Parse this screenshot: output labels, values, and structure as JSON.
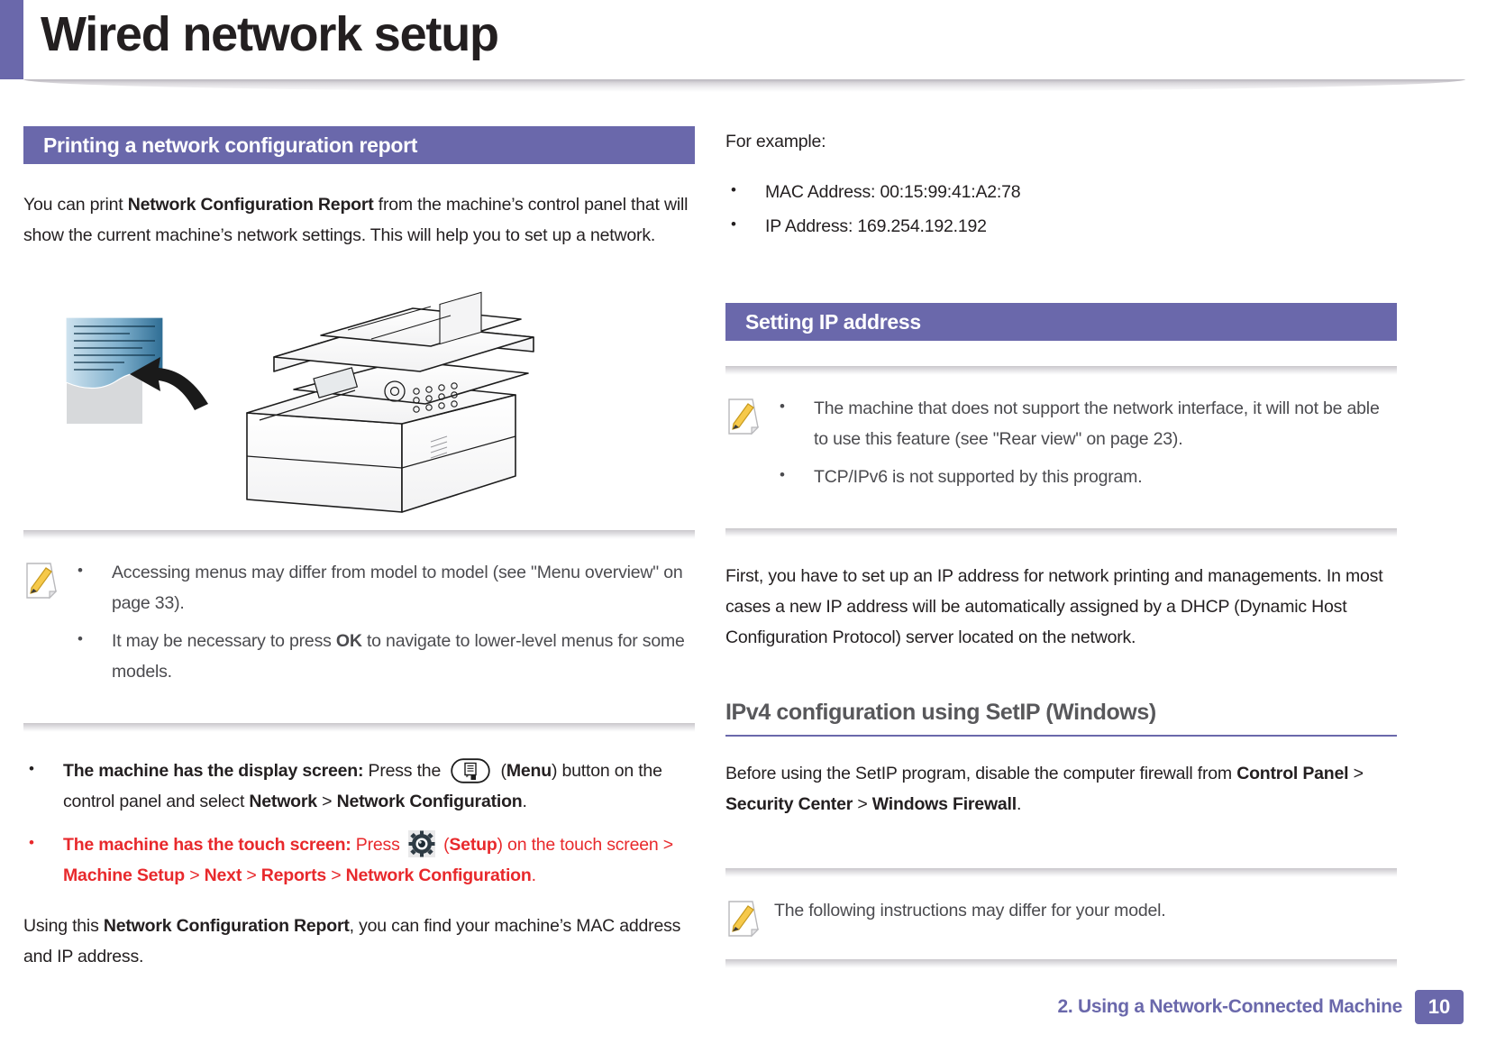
{
  "page": {
    "title": "Wired network setup",
    "accent_color": "#6a68ab",
    "red_color": "#e8292c",
    "footer_text": "2.  Using a Network-Connected Machine",
    "footer_page_number": "10"
  },
  "left_column": {
    "section_header": "Printing a network configuration report",
    "intro": {
      "p1_a": "You can print ",
      "p1_b": "Network Configuration Report",
      "p1_c": " from the machine’s control panel that will show the current machine’s network settings. This will help you to set up a network."
    },
    "figure": {
      "alt": "printer-report-illustration",
      "icon_name": "multifunction-printer-illustration"
    },
    "note": {
      "icon": "note-pencil-icon",
      "items": [
        {
          "a": "Accessing menus may differ from model to model (see \"Menu overview\" on page 33).",
          "bold": "",
          "b": ""
        },
        {
          "a": "It may be necessary to press ",
          "bold": "OK",
          "b": " to navigate to lower-level menus for some models."
        }
      ]
    },
    "steps": {
      "display_screen": {
        "lead": "The machine has the display screen:",
        "t1": " Press the ",
        "icon": "menu-button-icon",
        "t2": " (",
        "menu_label": "Menu",
        "t3": ") button on the control panel and select ",
        "network": "Network",
        "sep": " > ",
        "netconfig": "Network Configuration",
        "t4": "."
      },
      "touch_screen": {
        "lead": "The machine has the touch screen:",
        "t1": " Press ",
        "icon": "setup-gear-icon",
        "t2": " (",
        "setup_label": "Setup",
        "t3": ") on the touch screen > ",
        "machine_setup": "Machine Setup",
        "sep": " > ",
        "next": "Next",
        "reports": "Reports",
        "netconfig": "Network Configuration",
        "t4": "."
      }
    },
    "outro": {
      "a": "Using this ",
      "bold": "Network Configuration Report",
      "b": ", you can find your machine’s MAC address and IP address."
    }
  },
  "right_column": {
    "for_example_label": "For example:",
    "examples": [
      "MAC Address: 00:15:99:41:A2:78",
      "IP Address: 169.254.192.192"
    ],
    "section_header": "Setting IP address",
    "note1": {
      "icon": "note-pencil-icon",
      "items": [
        "The machine that does not support the network interface, it will not be able to use this feature (see \"Rear view\" on page 23).",
        "TCP/IPv6 is not supported by this program."
      ]
    },
    "paragraph": "First, you have to set up an IP address for network printing and managements. In most cases a new IP address will be automatically assigned by a DHCP (Dynamic Host Configuration Protocol) server located on the network.",
    "subheading": "IPv4 configuration using SetIP (Windows)",
    "firewall": {
      "a": "Before using the SetIP program, disable the computer firewall from ",
      "b1": "Control Panel",
      "sep": " > ",
      "b2": "Security Center",
      "b3": "Windows Firewall",
      "c": "."
    },
    "note2": {
      "icon": "note-pencil-icon",
      "text": "The following instructions may differ for your model."
    }
  }
}
